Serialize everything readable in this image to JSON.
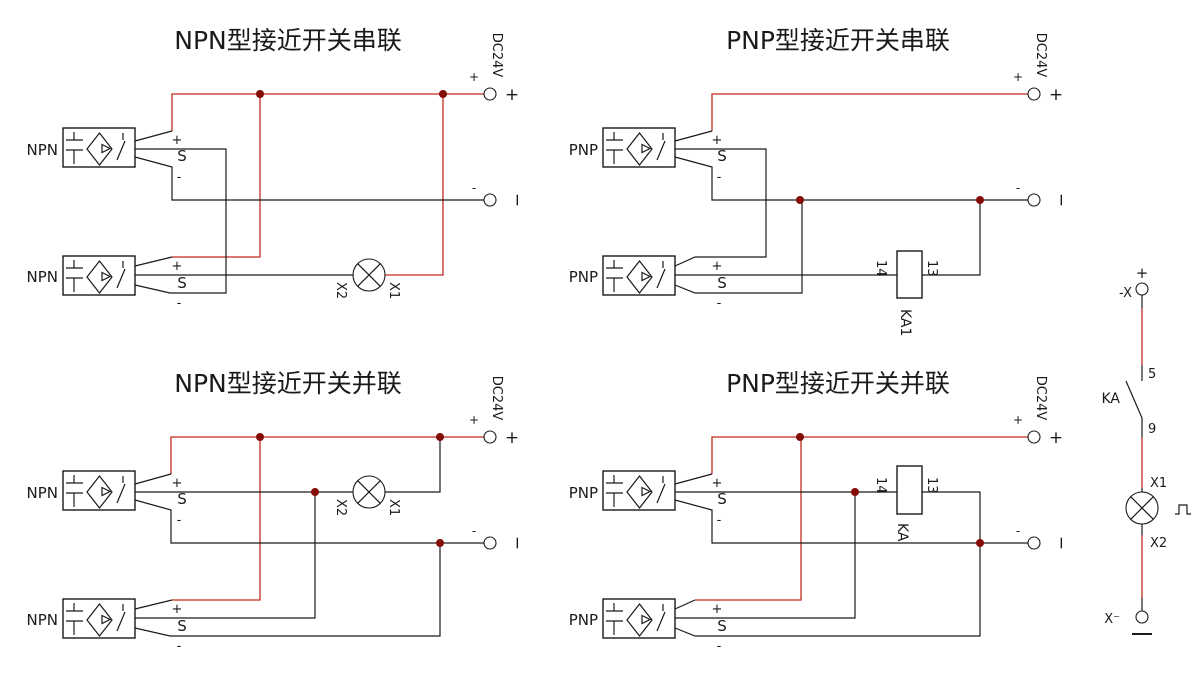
{
  "colors": {
    "ink": "#1a1a1a",
    "live_wire": "#c22b1d",
    "junction_dot": "#850b06",
    "background": "#ffffff"
  },
  "pins": {
    "plus": "+",
    "signal": "S",
    "minus": "-"
  },
  "power": {
    "supply": "DC24V",
    "plus": "+",
    "minus": "-",
    "minus_bar": "−"
  },
  "quadrants": {
    "npn_series": {
      "title": "NPN型接近开关串联",
      "sensor1": "NPN",
      "sensor2": "NPN",
      "lamp_x1": "X1",
      "lamp_x2": "X2"
    },
    "pnp_series": {
      "title": "PNP型接近开关串联",
      "sensor1": "PNP",
      "sensor2": "PNP",
      "relay_pin_left": "14",
      "relay_pin_right": "13",
      "relay_name": "KA1"
    },
    "npn_parallel": {
      "title": "NPN型接近开关并联",
      "sensor1": "NPN",
      "sensor2": "NPN",
      "lamp_x1": "X1",
      "lamp_x2": "X2"
    },
    "pnp_parallel": {
      "title": "PNP型接近开关并联",
      "sensor1": "PNP",
      "sensor2": "PNP",
      "relay_pin_left": "14",
      "relay_pin_right": "13",
      "relay_name": "KA"
    }
  },
  "lamp_circuit": {
    "plus": "+",
    "terminal_top": "-X",
    "contact_pin_top": "5",
    "contact_name": "KA",
    "contact_pin_bottom": "9",
    "lamp_pin_top": "X1",
    "pulse_mark": "⊓",
    "lamp_pin_bottom": "X2",
    "terminal_bottom": "X⁻",
    "minus_bar": "−"
  }
}
